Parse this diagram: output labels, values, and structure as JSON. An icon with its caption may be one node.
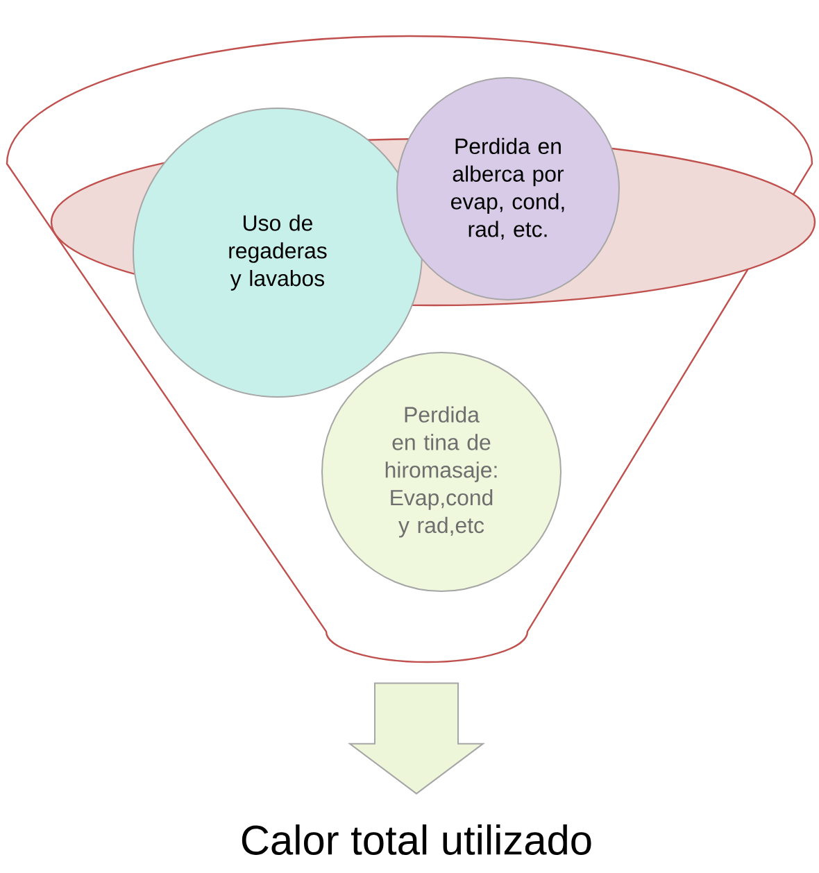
{
  "diagram": {
    "nodes": [
      {
        "text": [],
        "shape": "funnel"
      },
      {
        "text": [
          "Uso de regaderas y lavabos"
        ],
        "in": 0
      },
      {
        "text": [
          "Perdida  en alberca por evap, cond, rad, etc."
        ],
        "in": 0
      },
      {
        "text": [
          "Perdida en tina de hiromasaje: Evap,cond y rad,etc"
        ],
        "in": 0
      },
      {
        "text": [
          "Calor total utilizado"
        ]
      }
    ],
    "edges": [
      {
        "from": 0,
        "to": 4,
        "arrow": "to"
      }
    ]
  }
}
